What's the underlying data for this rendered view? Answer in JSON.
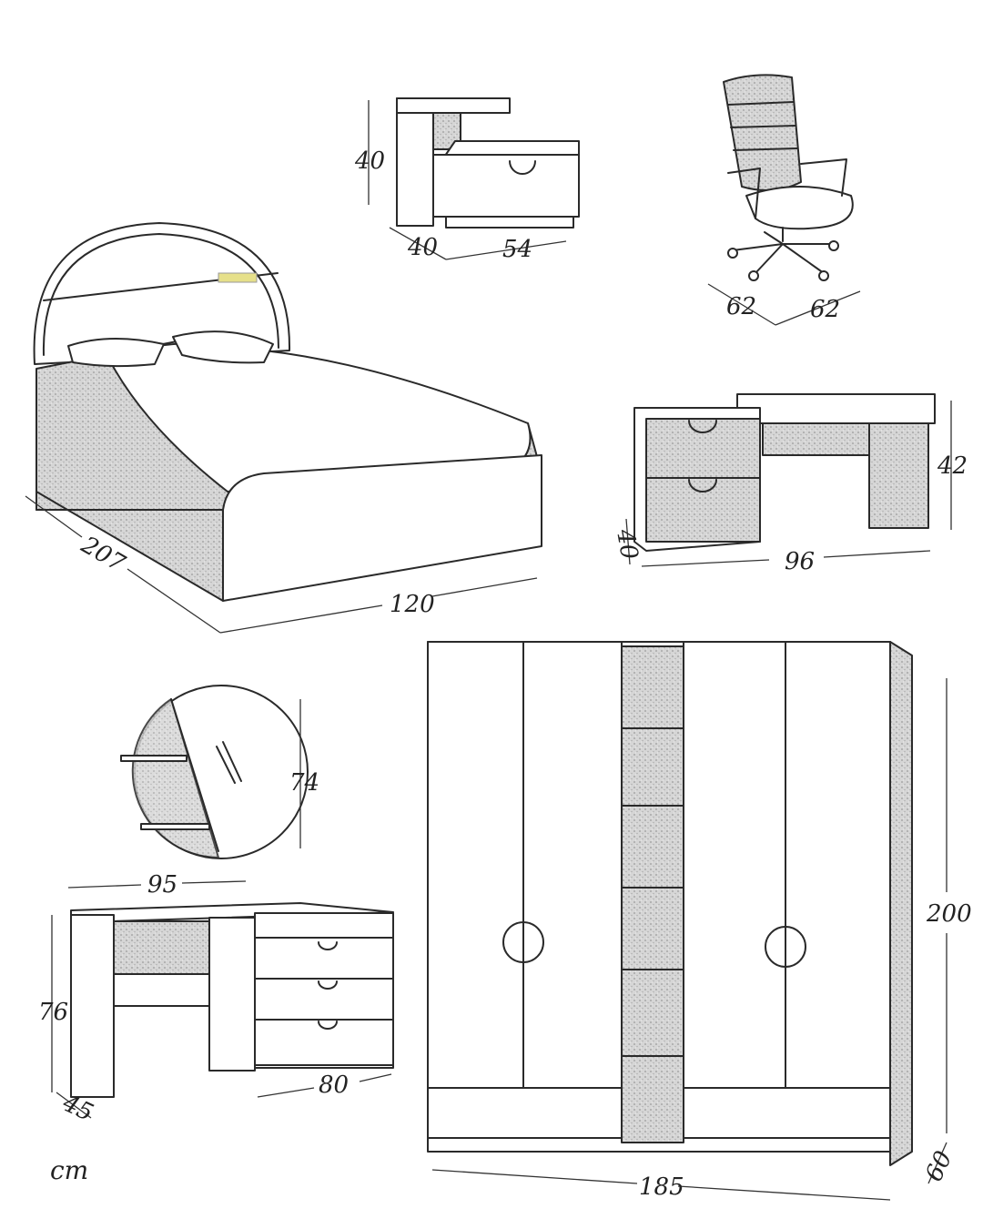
{
  "unit": "cm",
  "items": {
    "nightstand": {
      "height": "40",
      "depth": "40",
      "width": "54"
    },
    "office_chair": {
      "depth": "62",
      "width": "62"
    },
    "bed": {
      "length": "207",
      "width": "120"
    },
    "small_desk": {
      "height": "42",
      "depth": "40",
      "width": "96"
    },
    "round_mirror": {
      "height": "74"
    },
    "dressing_desk": {
      "width_top": "95",
      "height": "76",
      "depth": "45",
      "drawer_width": "80"
    },
    "wardrobe": {
      "height": "200",
      "depth": "60",
      "width": "185"
    }
  },
  "colors": {
    "line": "#2a2a2a",
    "shade": "#cfcfcf",
    "accent": "#e6e08a"
  }
}
